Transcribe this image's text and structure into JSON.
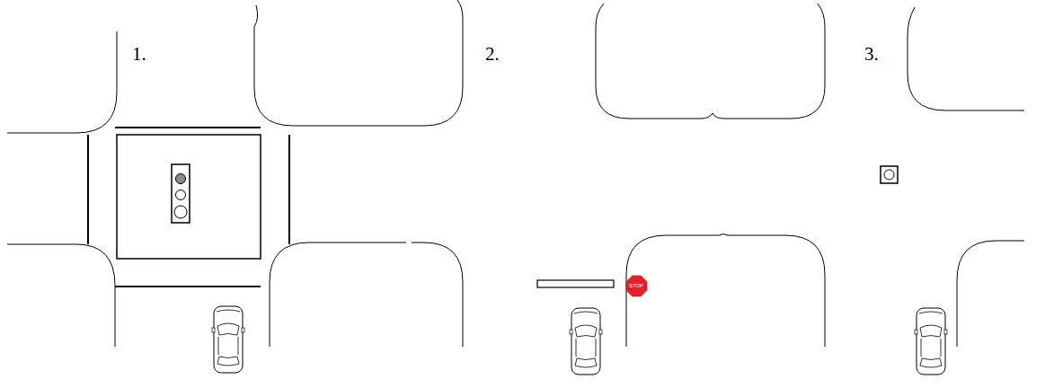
{
  "diagram": {
    "nodes": [
      {
        "text": [
          "STOP"
        ]
      }
    ],
    "labels": [
      "1.",
      "2.",
      "3."
    ]
  }
}
